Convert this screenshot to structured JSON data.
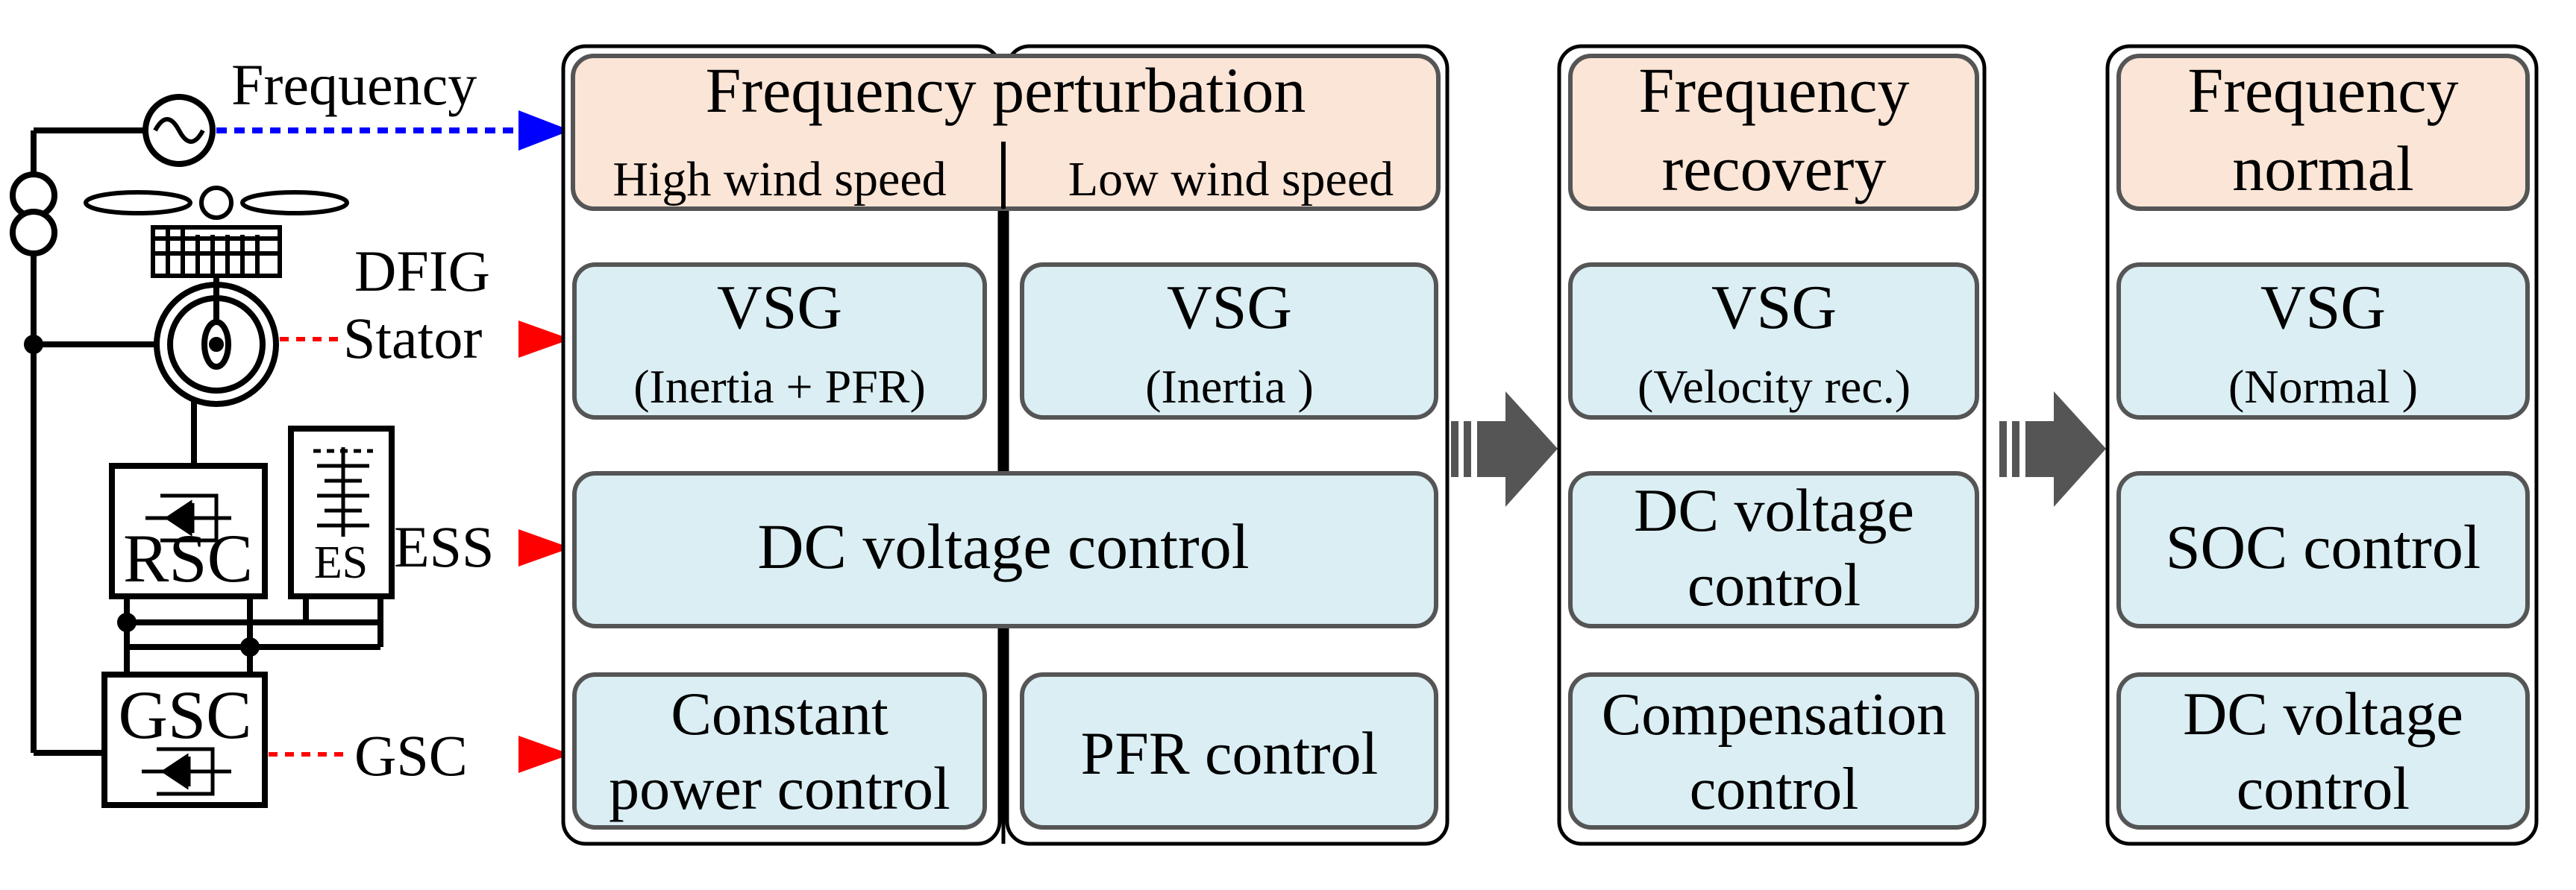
{
  "left_panel": {
    "frequency_label": "Frequency",
    "dfig_label": "DFIG",
    "stator_label": "Stator",
    "ess_label": "ESS",
    "gsc_arrow_label": "GSC",
    "rsc_label": "RSC",
    "es_label": "ES",
    "gsc_box_label": "GSC"
  },
  "stage1": {
    "header_title": "Frequency perturbation",
    "high_wind_label": "High wind speed",
    "low_wind_label": "Low wind speed",
    "vsg_high_line1": "VSG",
    "vsg_high_line2": "(Inertia + PFR)",
    "vsg_low_line1": "VSG",
    "vsg_low_line2": "(Inertia )",
    "dc_voltage": "DC voltage control",
    "constant_power_line1": "Constant",
    "constant_power_line2": "power control",
    "pfr_control": "PFR control"
  },
  "stage2": {
    "header_line1": "Frequency",
    "header_line2": "recovery",
    "vsg_line1": "VSG",
    "vsg_line2": "(Velocity rec.)",
    "dc_line1": "DC voltage",
    "dc_line2": "control",
    "comp_line1": "Compensation",
    "comp_line2": "control"
  },
  "stage3": {
    "header_line1": "Frequency",
    "header_line2": "normal",
    "vsg_line1": "VSG",
    "vsg_line2": "(Normal )",
    "soc": "SOC control",
    "dc_line1": "DC voltage",
    "dc_line2": "control"
  },
  "colors": {
    "header_fill": "#fbe5d6",
    "box_fill": "#daeef3",
    "box_stroke": "#555555",
    "arrow_blue": "#0000ff",
    "arrow_red": "#ff0000",
    "big_arrow": "#555555"
  }
}
